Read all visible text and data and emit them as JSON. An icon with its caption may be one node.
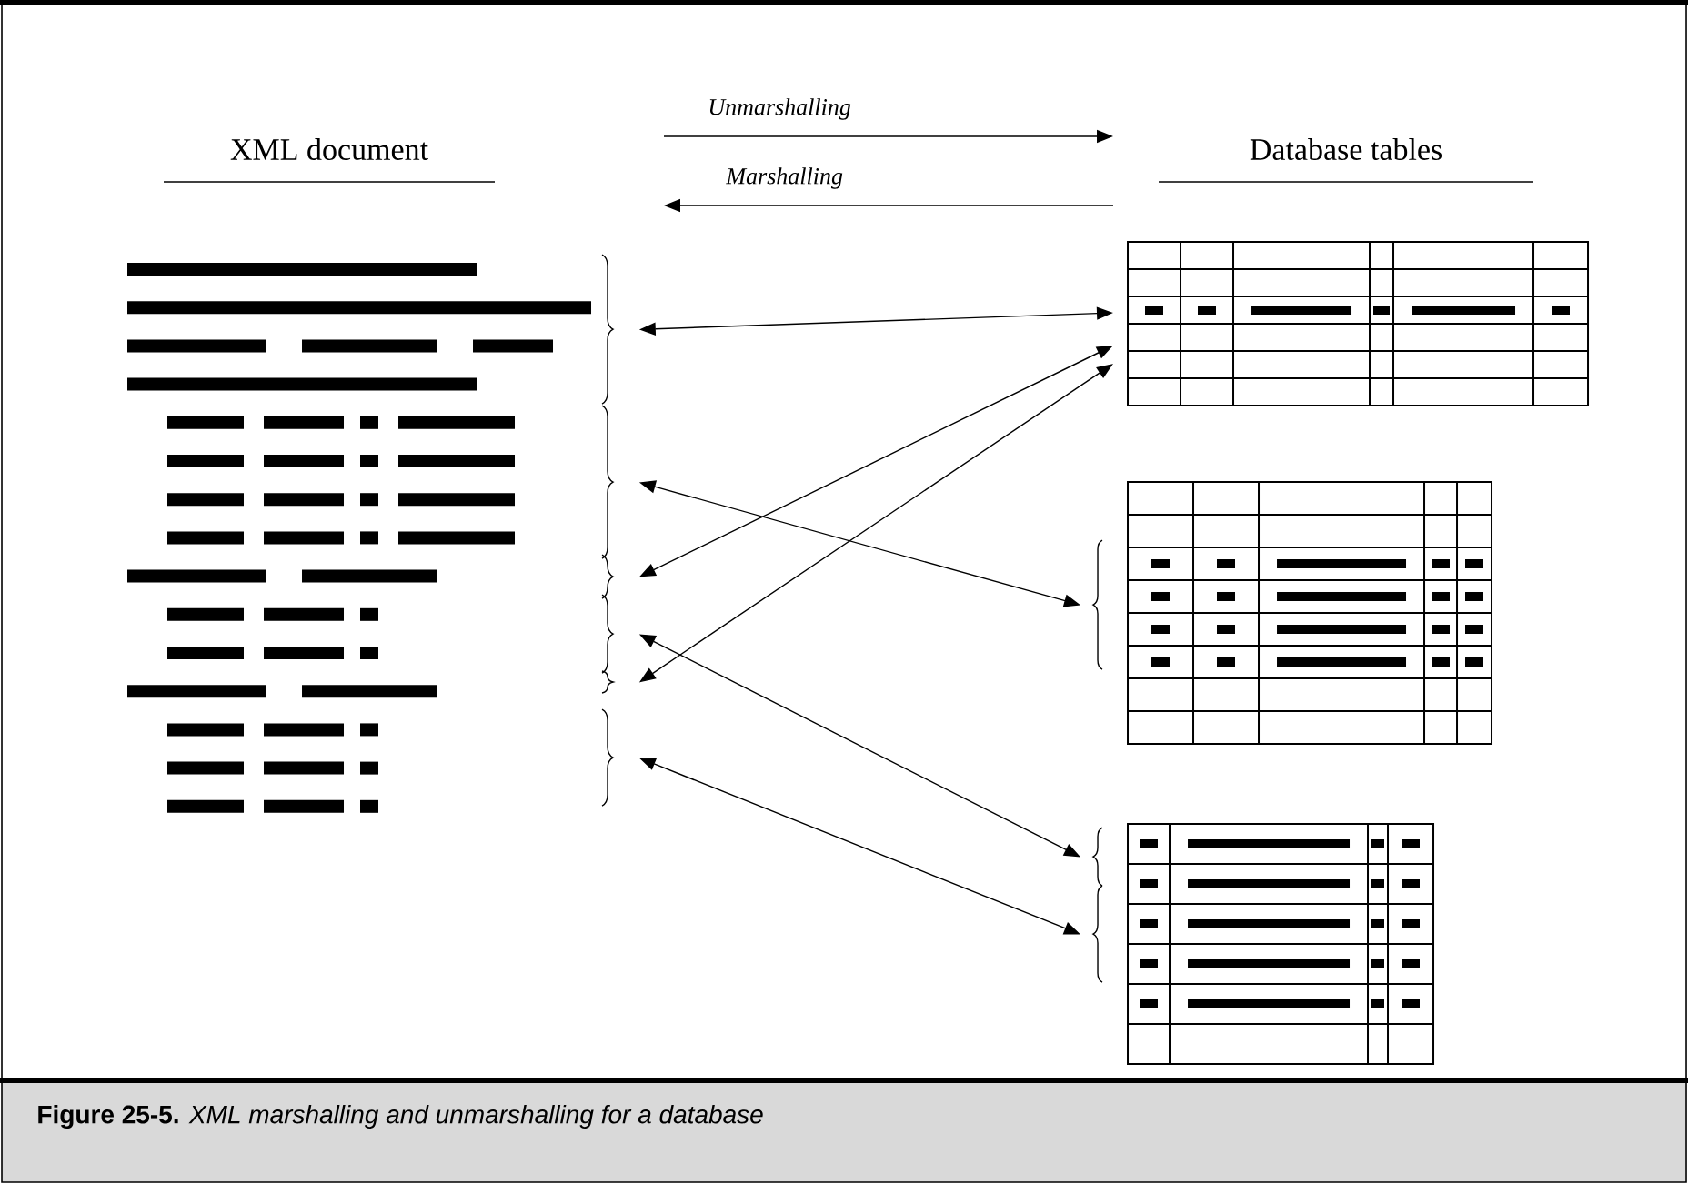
{
  "diagram": {
    "caption": "**Figure 25-5.** *XML marshalling and unmarshalling for a database*",
    "nodes": [
      {
        "text": [],
        "shape": "brace"
      },
      {
        "text": [],
        "shape": "brace"
      },
      {
        "text": [],
        "shape": "brace"
      },
      {
        "text": [],
        "shape": "brace"
      },
      {
        "text": [],
        "shape": "brace"
      },
      {
        "text": [],
        "shape": "brace"
      },
      {
        "text": [],
        "shape": "table"
      },
      {
        "text": [],
        "shape": "brace"
      },
      {
        "text": [],
        "shape": "table"
      },
      {
        "text": [],
        "shape": "brace"
      },
      {
        "text": [],
        "shape": "brace"
      },
      {
        "text": [],
        "shape": "table"
      }
    ],
    "edges": [
      {
        "from": 0,
        "to": 6,
        "arrow": "both"
      },
      {
        "from": 1,
        "to": 7,
        "arrow": "both"
      },
      {
        "from": 2,
        "to": 6,
        "arrow": "both"
      },
      {
        "from": 3,
        "to": 9,
        "arrow": "both"
      },
      {
        "from": 4,
        "to": 6,
        "arrow": "both"
      },
      {
        "from": 5,
        "to": 10,
        "arrow": "both"
      }
    ],
    "labels": [
      "Unmarshalling",
      "XML document",
      "Marshalling",
      "Database tables"
    ]
  }
}
